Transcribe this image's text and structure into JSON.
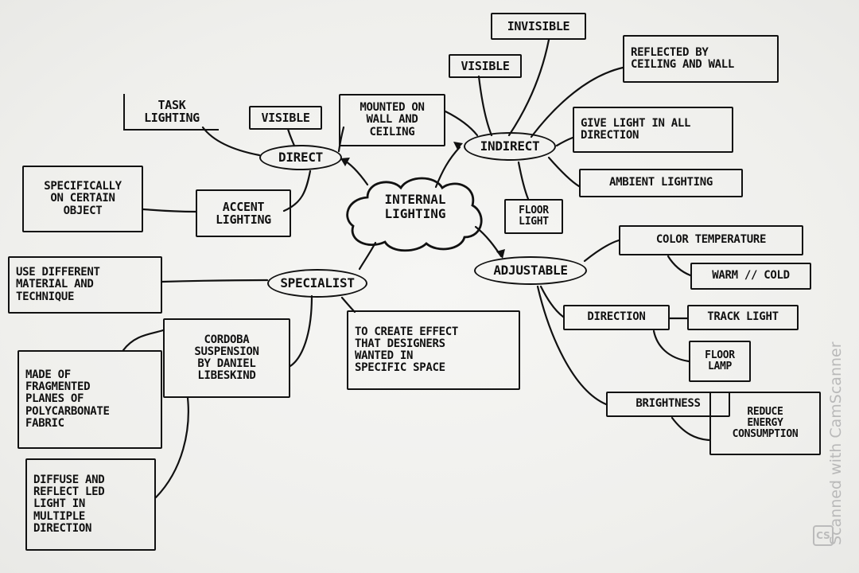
{
  "center": {
    "label": "INTERNAL\nLIGHTING"
  },
  "branches": {
    "direct": {
      "label": "DIRECT",
      "children": {
        "task_lighting": "TASK\nLIGHTING",
        "visible": "VISIBLE",
        "mounted": "MOUNTED ON\nWALL AND\nCEILING",
        "accent_lighting": "ACCENT\nLIGHTING",
        "specifically": "SPECIFICALLY\nON CERTAIN\nOBJECT"
      }
    },
    "indirect": {
      "label": "INDIRECT",
      "children": {
        "invisible": "INVISIBLE",
        "visible": "VISIBLE",
        "reflected": "REFLECTED BY\nCEILING AND WALL",
        "give_light": "GIVE LIGHT IN ALL\nDIRECTION",
        "ambient": "AMBIENT LIGHTING",
        "floor_light": "FLOOR\nLIGHT"
      }
    },
    "adjustable": {
      "label": "ADJUSTABLE",
      "children": {
        "color_temperature": "COLOR TEMPERATURE",
        "warm_cold": "WARM // COLD",
        "direction": "DIRECTION",
        "track_light": "TRACK LIGHT",
        "floor_lamp": "FLOOR\nLAMP",
        "brightness": "BRIGHTNESS",
        "reduce_energy": "REDUCE\nENERGY\nCONSUMPTION"
      }
    },
    "specialist": {
      "label": "SPECIALIST",
      "children": {
        "use_different": "USE DIFFERENT\nMATERIAL AND\nTECHNIQUE",
        "create_effect": "TO CREATE EFFECT\nTHAT DESIGNERS\nWANTED IN\nSPECIFIC SPACE",
        "cordoba": "CORDOBA\nSUSPENSION\nBY DANIEL\nLIBESKIND",
        "made_of": "MADE OF\nFRAGMENTED\nPLANES OF\nPOLYCARBONATE\nFABRIC",
        "diffuse": "DIFFUSE AND\nREFLECT LED\nLIGHT IN\nMULTIPLE\nDIRECTION"
      }
    }
  },
  "watermark": {
    "text": "Scanned with CamScanner",
    "logo": "CS"
  },
  "colors": {
    "ink": "#111111",
    "paper": "#f1f1ef",
    "watermark": "#b9b9b9"
  }
}
